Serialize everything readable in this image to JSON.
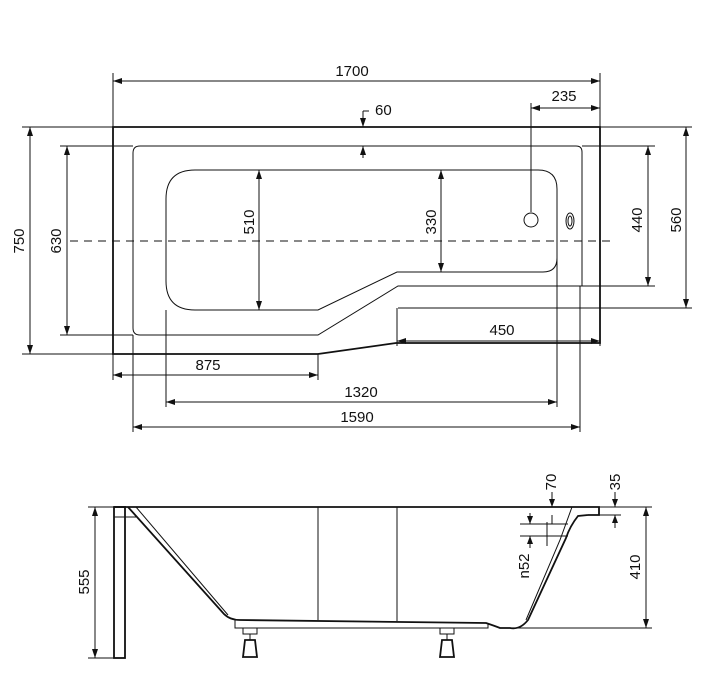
{
  "top_view": {
    "dim_length": "1700",
    "dim_rim_offset": "235",
    "dim_rim_width": "60",
    "dim_total_width": "750",
    "dim_width_630": "630",
    "dim_basin_510": "510",
    "dim_basin_330": "330",
    "dim_width_440": "440",
    "dim_width_560": "560",
    "dim_step_450": "450",
    "dim_875": "875",
    "dim_1320": "1320",
    "dim_1590": "1590"
  },
  "side_view": {
    "dim_70": "70",
    "dim_35": "35",
    "dim_overflow": "n52",
    "dim_depth_410": "410",
    "dim_height_555": "555"
  }
}
